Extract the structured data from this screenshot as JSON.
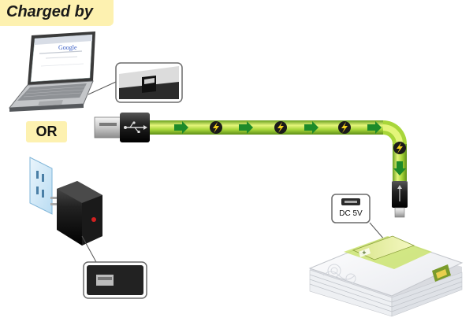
{
  "title": "Charged by",
  "or_label": "OR",
  "device_port_label": "DC 5V",
  "browser_logo_text": "Google",
  "icons": {
    "source_laptop": "laptop-icon",
    "source_wall_adapter": "wall-adapter-icon",
    "wall_outlet": "wall-outlet-icon",
    "usb_plug": "usb-a-plug-icon",
    "usb_symbol": "usb-symbol-icon",
    "micro_usb_plug": "micro-usb-plug-icon",
    "power_bolt": "lightning-bolt-icon",
    "flow_arrow": "arrow-icon",
    "power_bank": "power-bank-icon",
    "battery": "battery-icon"
  },
  "colors": {
    "title_background": "#fdf1b0",
    "cable_green": "#a8d63a",
    "cable_highlight": "#e4f57a",
    "arrow_green": "#1d8a2a",
    "bolt_yellow": "#f2d21b",
    "adapter_black": "#222222",
    "outlet_blue": "#cfe7f7"
  }
}
